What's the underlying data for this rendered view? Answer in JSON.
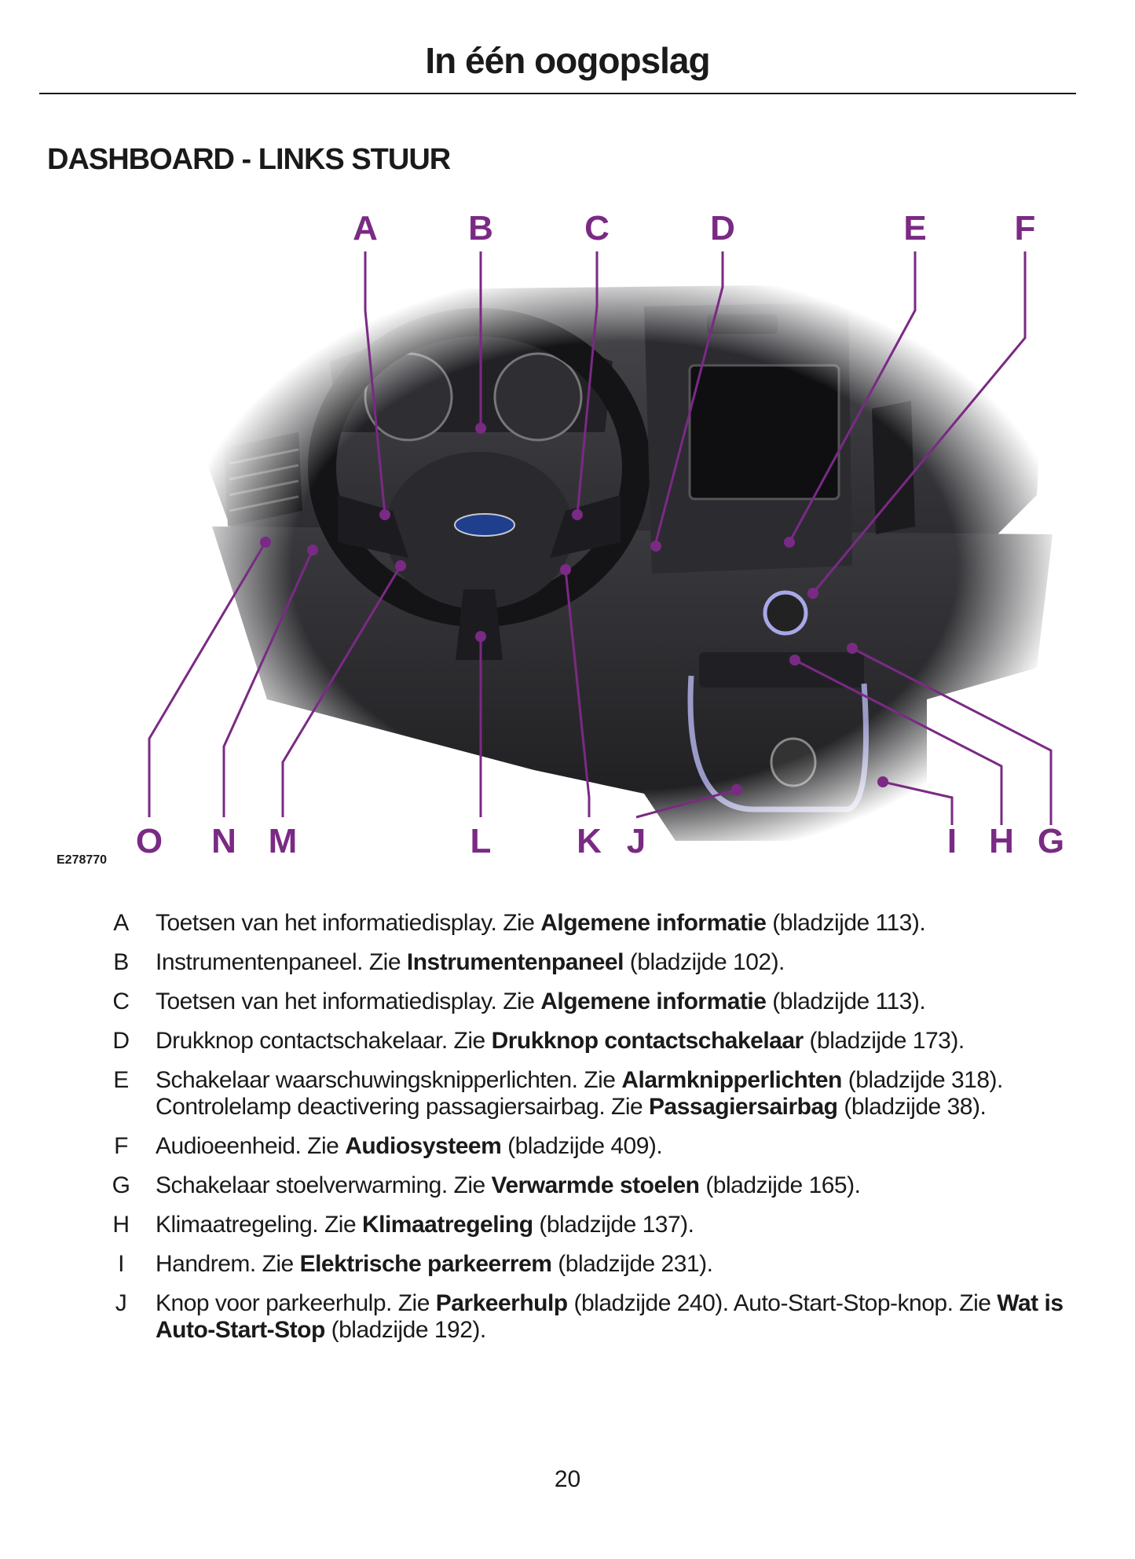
{
  "header": {
    "title": "In één oogopslag"
  },
  "section": {
    "title": "DASHBOARD - LINKS STUUR"
  },
  "figure": {
    "code": "E278770",
    "callout_color": "#7a2a84",
    "top_labels": [
      "A",
      "B",
      "C",
      "D",
      "E",
      "F"
    ],
    "bottom_labels": [
      "O",
      "N",
      "M",
      "L",
      "K",
      "J",
      "I",
      "H",
      "G"
    ]
  },
  "legend": [
    {
      "key": "A",
      "pre": "Toetsen van het informatiedisplay. Zie ",
      "bold": "Algemene informatie",
      "post": " (bladzijde 113)."
    },
    {
      "key": "B",
      "pre": "Instrumentenpaneel. Zie ",
      "bold": "Instrumentenpaneel",
      "post": " (bladzijde 102)."
    },
    {
      "key": "C",
      "pre": "Toetsen van het informatiedisplay. Zie ",
      "bold": "Algemene informatie",
      "post": " (bladzijde 113)."
    },
    {
      "key": "D",
      "pre": "Drukknop contactschakelaar. Zie ",
      "bold": "Drukknop contactschakelaar",
      "post": " (bladzijde 173)."
    },
    {
      "key": "E",
      "pre": "Schakelaar waarschuwingsknipperlichten. Zie ",
      "bold": "Alarmknipperlichten",
      "post": " (bladzijde 318). Controlelamp deactivering passagiersairbag. Zie ",
      "bold2": "Passagiersairbag",
      "post2": " (bladzijde 38)."
    },
    {
      "key": "F",
      "pre": "Audioeenheid. Zie ",
      "bold": "Audiosysteem",
      "post": " (bladzijde 409)."
    },
    {
      "key": "G",
      "pre": "Schakelaar stoelverwarming. Zie ",
      "bold": "Verwarmde stoelen",
      "post": " (bladzijde 165)."
    },
    {
      "key": "H",
      "pre": "Klimaatregeling. Zie ",
      "bold": "Klimaatregeling",
      "post": " (bladzijde 137)."
    },
    {
      "key": "I",
      "pre": "Handrem. Zie ",
      "bold": "Elektrische parkeerrem",
      "post": " (bladzijde 231)."
    },
    {
      "key": "J",
      "pre": "Knop voor parkeerhulp. Zie ",
      "bold": "Parkeerhulp",
      "post": " (bladzijde 240). Auto-Start-Stop-knop. Zie ",
      "bold2": "Wat is Auto-Start-Stop",
      "post2": " (bladzijde 192)."
    }
  ],
  "footer": {
    "page_number": "20"
  }
}
